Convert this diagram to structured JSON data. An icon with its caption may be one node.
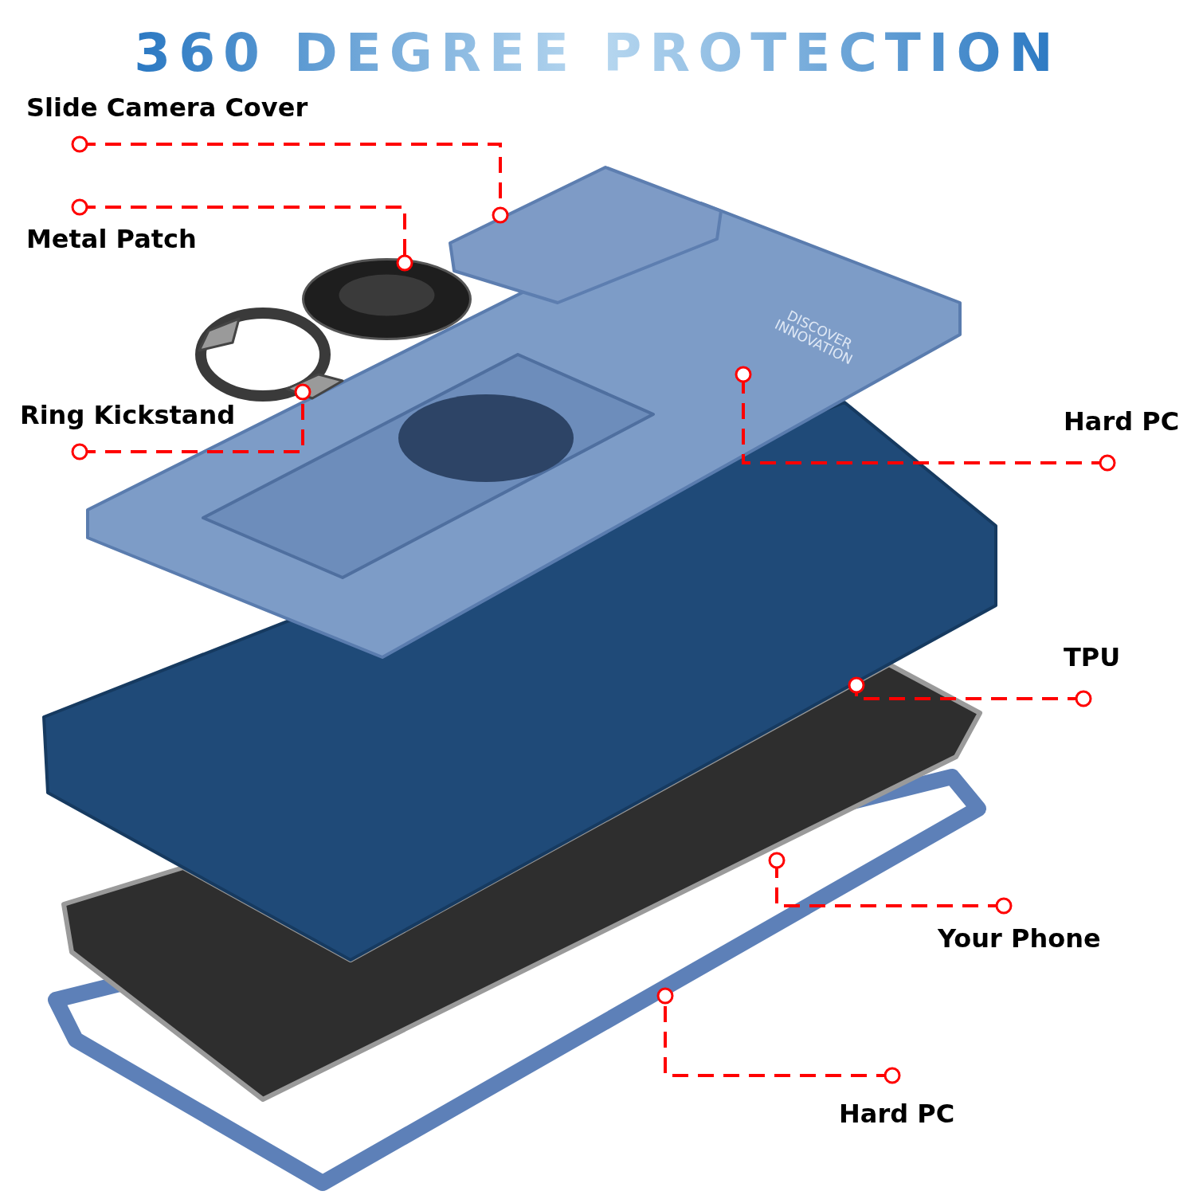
{
  "diagram": {
    "title": "360 DEGREE PROTECTION",
    "nodes": [
      {
        "text": [
          "Slide Camera Cover"
        ]
      },
      {
        "text": [
          "Metal Patch"
        ]
      },
      {
        "text": [
          "Ring Kickstand"
        ]
      },
      {
        "text": [
          "Hard PC"
        ]
      },
      {
        "text": [
          "TPU"
        ]
      },
      {
        "text": [
          "Your Phone"
        ]
      },
      {
        "text": [
          "Hard PC"
        ]
      },
      {
        "text": [],
        "shape": "picture"
      },
      {
        "text": [],
        "shape": "picture"
      },
      {
        "text": [],
        "shape": "picture"
      },
      {
        "text": [],
        "shape": "picture"
      },
      {
        "text": [],
        "shape": "picture"
      },
      {
        "text": [],
        "shape": "picture"
      },
      {
        "text": [],
        "shape": "picture"
      }
    ],
    "edges": [
      {
        "from": 0,
        "to": 7,
        "arrow": "other"
      },
      {
        "from": 1,
        "to": 8,
        "arrow": "other"
      },
      {
        "from": 2,
        "to": 9,
        "arrow": "other"
      },
      {
        "from": 3,
        "to": 10,
        "arrow": "other"
      },
      {
        "from": 4,
        "to": 11,
        "arrow": "other"
      },
      {
        "from": 5,
        "to": 12,
        "arrow": "other"
      },
      {
        "from": 6,
        "to": 13,
        "arrow": "other"
      }
    ],
    "labels": [
      "DISCOVER INNOVATION"
    ]
  }
}
